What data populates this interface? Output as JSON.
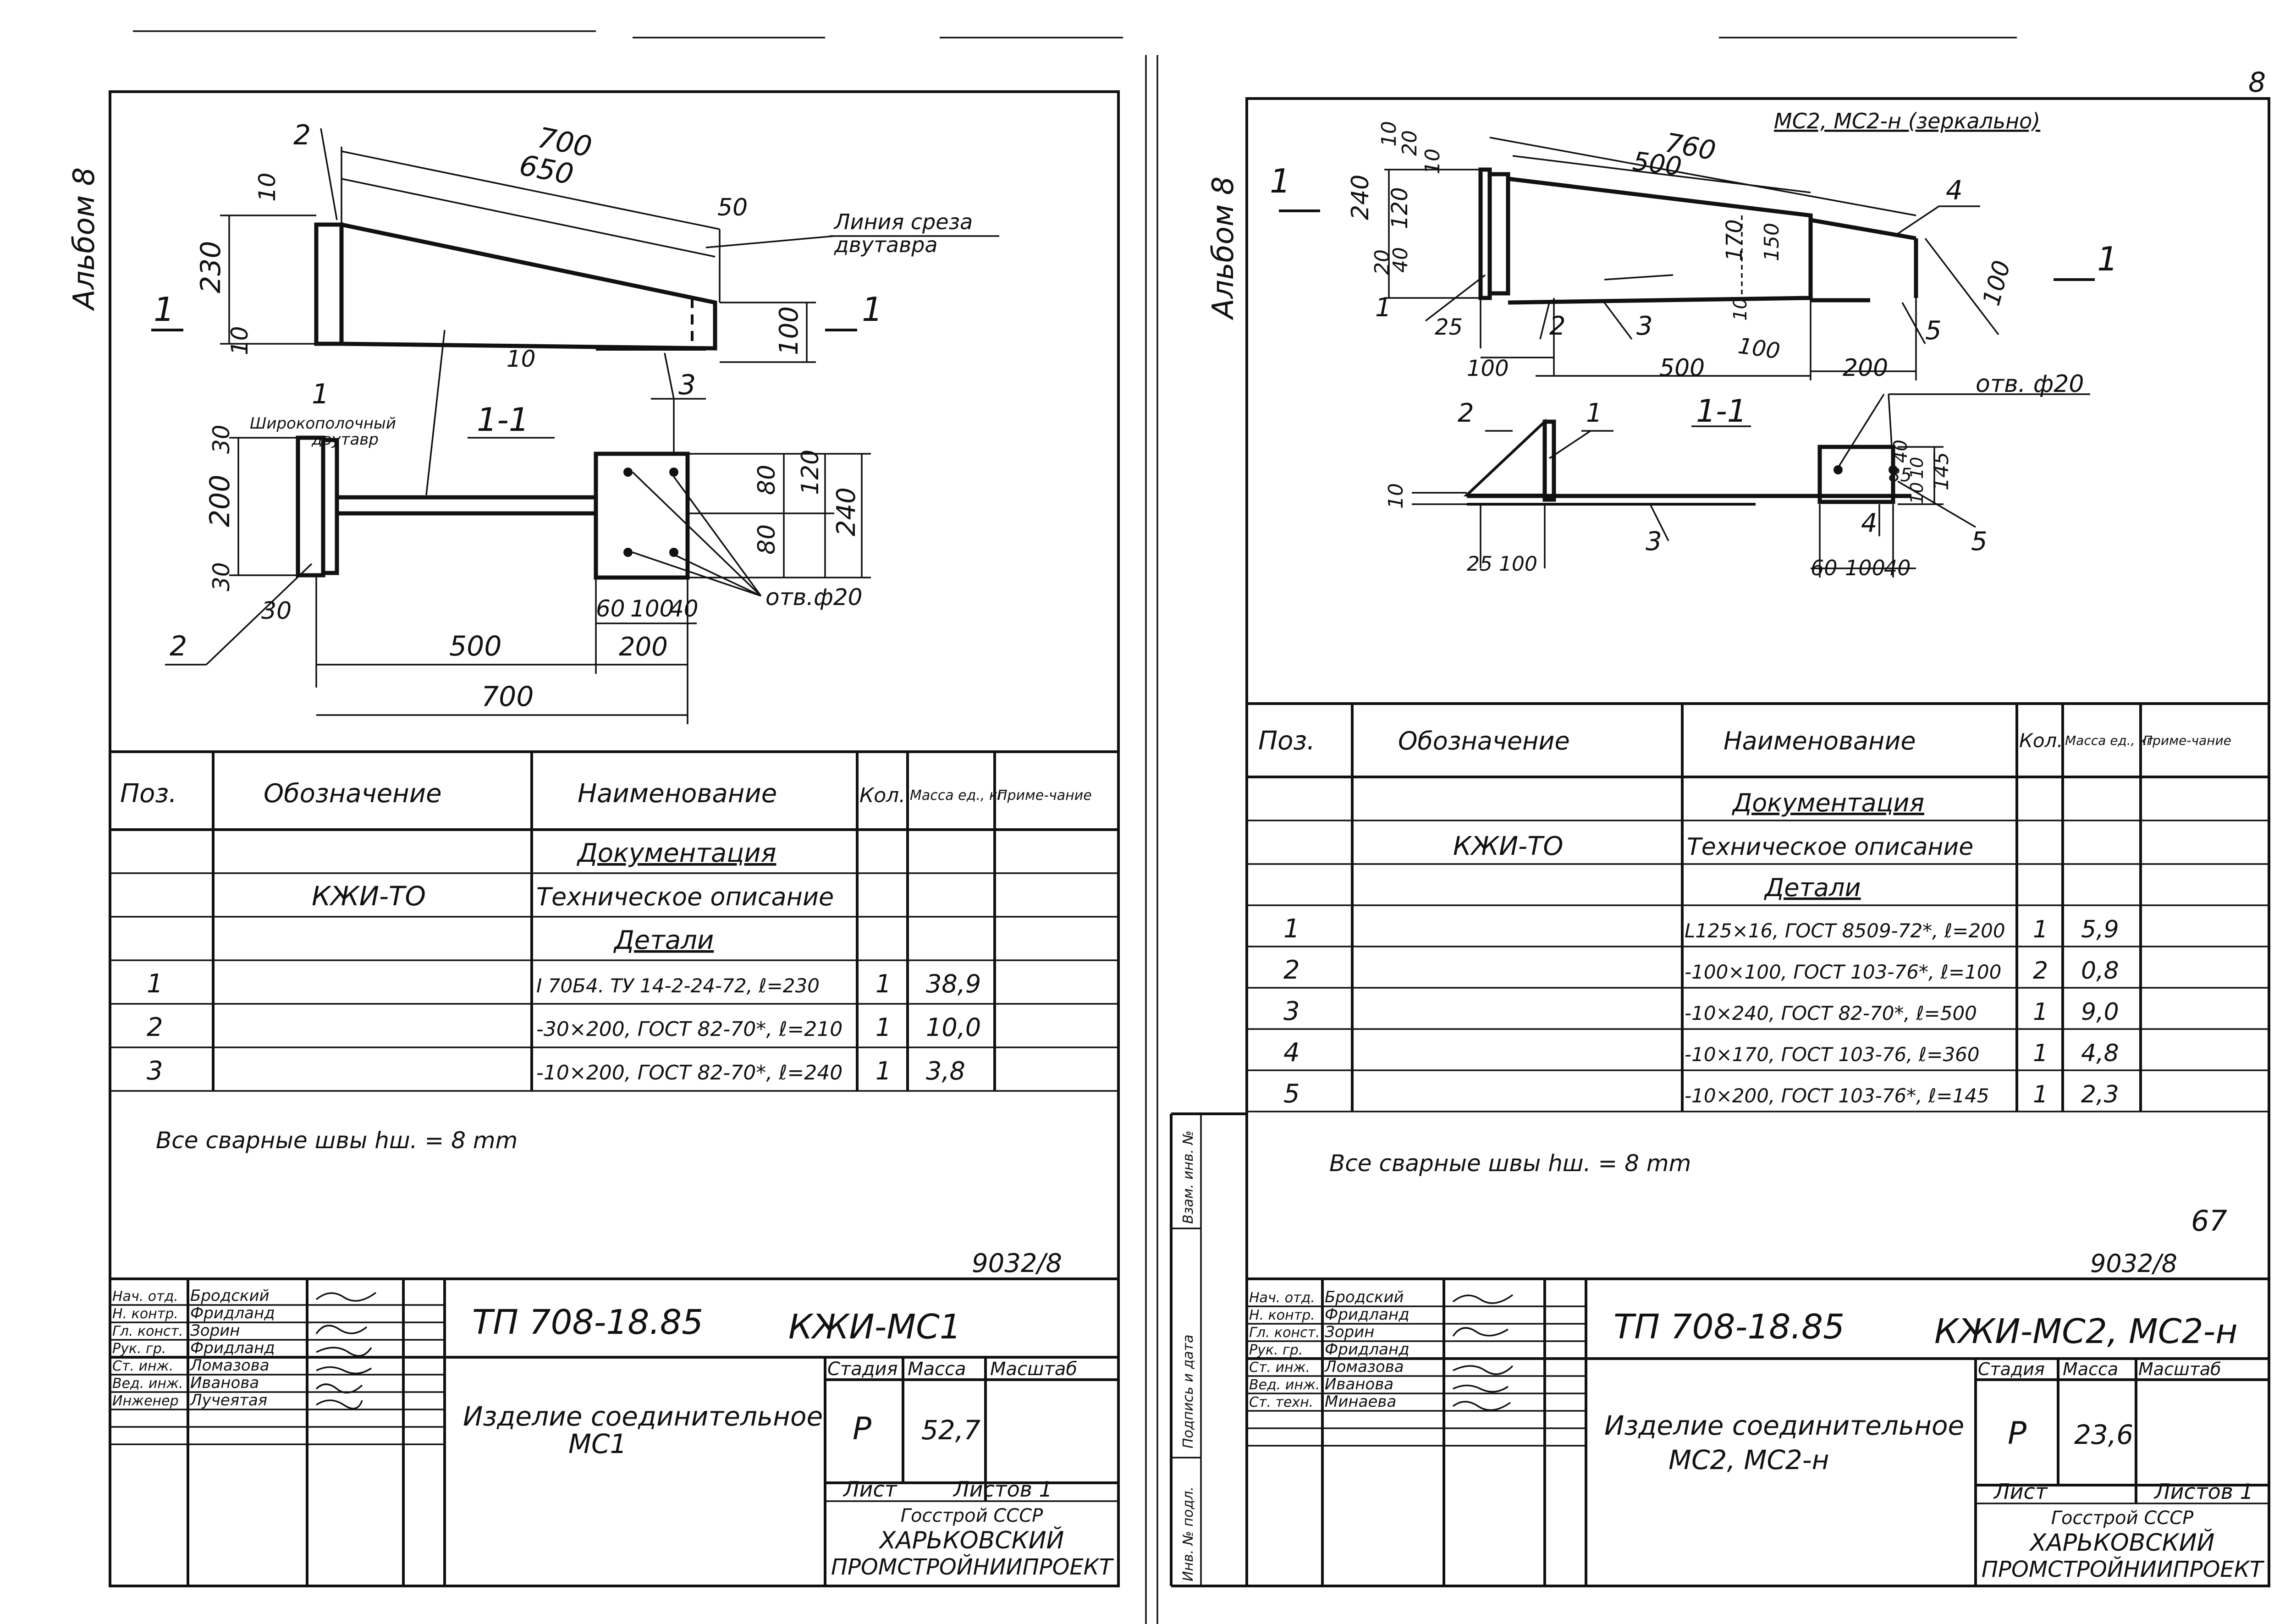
{
  "sheet_left": {
    "side_label": "Альбом 8",
    "drawing": {
      "mark_2": "2",
      "dim_700_top": "700",
      "dim_650": "650",
      "dim_50": "50",
      "dim_10_top": "10",
      "dim_230": "230",
      "dim_10_bottom": "10",
      "dim_10_right": "10",
      "dim_100": "100",
      "cut_mark_left": "1",
      "cut_mark_right": "1",
      "note_cut_line_1": "Линия среза",
      "note_cut_line_2": "двутавра",
      "mark_1": "1",
      "note_beam_1": "Широкополочный",
      "note_beam_2": "двутавр",
      "section_label": "1-1",
      "mark_3": "3",
      "dim_30_top": "30",
      "dim_200": "200",
      "dim_30_bottom": "30",
      "dim_30_flange": "30",
      "mark_2_section": "2",
      "dim_80_a": "80",
      "dim_80_b": "80",
      "dim_120": "120",
      "dim_240": "240",
      "dim_60": "60",
      "dim_100_b": "100",
      "dim_40": "40",
      "hole_note": "отв.ф20",
      "dim_500": "500",
      "dim_200_b": "200",
      "dim_700_bottom": "700"
    },
    "table": {
      "headers": [
        "Поз.",
        "Обозначение",
        "Наименование",
        "Кол.",
        "Масса ед., кг",
        "Приме-чание"
      ],
      "rows": [
        {
          "pos": "",
          "designation": "",
          "name": "Документация",
          "qty": "",
          "mass": "",
          "note": ""
        },
        {
          "pos": "",
          "designation": "КЖИ-ТО",
          "name": "Техническое описание",
          "qty": "",
          "mass": "",
          "note": ""
        },
        {
          "pos": "",
          "designation": "",
          "name": "Детали",
          "qty": "",
          "mass": "",
          "note": ""
        },
        {
          "pos": "1",
          "designation": "",
          "name": "I 70Б4. ТУ 14-2-24-72, ℓ=230",
          "qty": "1",
          "mass": "38,9",
          "note": ""
        },
        {
          "pos": "2",
          "designation": "",
          "name": "-30×200, ГОСТ 82-70*, ℓ=210",
          "qty": "1",
          "mass": "10,0",
          "note": ""
        },
        {
          "pos": "3",
          "designation": "",
          "name": "-10×200, ГОСТ 82-70*, ℓ=240",
          "qty": "1",
          "mass": "3,8",
          "note": ""
        }
      ]
    },
    "weld_note": "Все сварные швы  hш. = 8 mm",
    "doc_number": "9032/8",
    "stamp": {
      "roles": [
        {
          "role": "Нач. отд.",
          "name": "Бродский"
        },
        {
          "role": "Н. контр.",
          "name": "Фридланд"
        },
        {
          "role": "Гл. конст.",
          "name": "Зорин"
        },
        {
          "role": "Рук. гр.",
          "name": "Фридланд"
        },
        {
          "role": "Ст. инж.",
          "name": "Ломазова"
        },
        {
          "role": "Вед. инж.",
          "name": "Иванова"
        },
        {
          "role": "Инженер",
          "name": "Лучеятая"
        }
      ],
      "project_code": "ТП 708-18.85",
      "sheet_code": "КЖИ-МС1",
      "title_line1": "Изделие соединительное",
      "title_line2": "МС1",
      "stage_label": "Стадия",
      "mass_label": "Масса",
      "scale_label": "Масштаб",
      "stage": "Р",
      "mass": "52,7",
      "sheet_label": "Лист",
      "sheets_label": "Листов 1",
      "org_line1": "Госстрой СССР",
      "org_line2": "ХАРЬКОВСКИЙ",
      "org_line3": "ПРОМСТРОЙНИИПРОЕКТ"
    }
  },
  "sheet_right": {
    "side_label": "Альбом 8",
    "corner_mark": "8",
    "drawing_title": "МС2, МС2-н (зеркально)",
    "drawing": {
      "dim_760": "760",
      "dim_500_top": "500",
      "dim_20": "20",
      "dim_10_a": "10",
      "dim_10_b": "10",
      "dim_240": "240",
      "dim_120": "120",
      "dim_40": "40",
      "dim_20_b": "20",
      "dim_170": "170",
      "dim_150": "150",
      "dim_10_c": "10",
      "dim_100_v": "100",
      "mark_4": "4",
      "cut_mark_left": "1",
      "cut_mark_right": "1",
      "mark_1": "1",
      "mark_2": "2",
      "mark_3": "3",
      "mark_5": "5",
      "dim_25": "25",
      "dim_100_a": "100",
      "dim_100_b": "100",
      "dim_500_bottom": "500",
      "dim_200": "200",
      "hole_note": "отв. ф20",
      "section_label": "1-1",
      "mark_2_section": "2",
      "mark_1_section": "1",
      "dim_10_section": "10",
      "mark_3_section": "3",
      "dim_40_s": "40",
      "dim_85": "85",
      "dim_10_s": "10",
      "dim_10_s2": "10",
      "dim_145": "145",
      "mark_4_section": "4",
      "mark_5_section": "5",
      "dim_25_s": "25",
      "dim_100_s": "100",
      "dim_60": "60",
      "dim_100_s2": "100",
      "dim_40_s2": "40"
    },
    "table": {
      "headers": [
        "Поз.",
        "Обозначение",
        "Наименование",
        "Кол.",
        "Масса ед., кг",
        "Приме-чание"
      ],
      "rows": [
        {
          "pos": "",
          "designation": "",
          "name": "Документация",
          "qty": "",
          "mass": "",
          "note": ""
        },
        {
          "pos": "",
          "designation": "КЖИ-ТО",
          "name": "Техническое описание",
          "qty": "",
          "mass": "",
          "note": ""
        },
        {
          "pos": "",
          "designation": "",
          "name": "Детали",
          "qty": "",
          "mass": "",
          "note": ""
        },
        {
          "pos": "1",
          "designation": "",
          "name": "L125×16, ГОСТ 8509-72*, ℓ=200",
          "qty": "1",
          "mass": "5,9",
          "note": ""
        },
        {
          "pos": "2",
          "designation": "",
          "name": "-100×100, ГОСТ 103-76*, ℓ=100",
          "qty": "2",
          "mass": "0,8",
          "note": ""
        },
        {
          "pos": "3",
          "designation": "",
          "name": "-10×240, ГОСТ 82-70*, ℓ=500",
          "qty": "1",
          "mass": "9,0",
          "note": ""
        },
        {
          "pos": "4",
          "designation": "",
          "name": "-10×170, ГОСТ 103-76, ℓ=360",
          "qty": "1",
          "mass": "4,8",
          "note": ""
        },
        {
          "pos": "5",
          "designation": "",
          "name": "-10×200, ГОСТ 103-76*, ℓ=145",
          "qty": "1",
          "mass": "2,3",
          "note": ""
        }
      ]
    },
    "weld_note": "Все сварные швы  hш. = 8 mm",
    "page_number": "67",
    "doc_number": "9032/8",
    "binding_strip": [
      "Инв. № подл.",
      "Подпись и дата",
      "Взам. инв. №"
    ],
    "stamp": {
      "roles": [
        {
          "role": "Нач. отд.",
          "name": "Бродский"
        },
        {
          "role": "Н. контр.",
          "name": "Фридланд"
        },
        {
          "role": "Гл. конст.",
          "name": "Зорин"
        },
        {
          "role": "Рук. гр.",
          "name": "Фридланд"
        },
        {
          "role": "Ст. инж.",
          "name": "Ломазова"
        },
        {
          "role": "Вед. инж.",
          "name": "Иванова"
        },
        {
          "role": "Ст. техн.",
          "name": "Минаева"
        }
      ],
      "project_code": "ТП 708-18.85",
      "sheet_code": "КЖИ-МС2, МС2-н",
      "title_line1": "Изделие соединительное",
      "title_line2": "МС2, МС2-н",
      "stage_label": "Стадия",
      "mass_label": "Масса",
      "scale_label": "Масштаб",
      "stage": "Р",
      "mass": "23,6",
      "sheet_label": "Лист",
      "sheets_label": "Листов 1",
      "org_line1": "Госстрой СССР",
      "org_line2": "ХАРЬКОВСКИЙ",
      "org_line3": "ПРОМСТРОЙНИИПРОЕКТ"
    }
  }
}
